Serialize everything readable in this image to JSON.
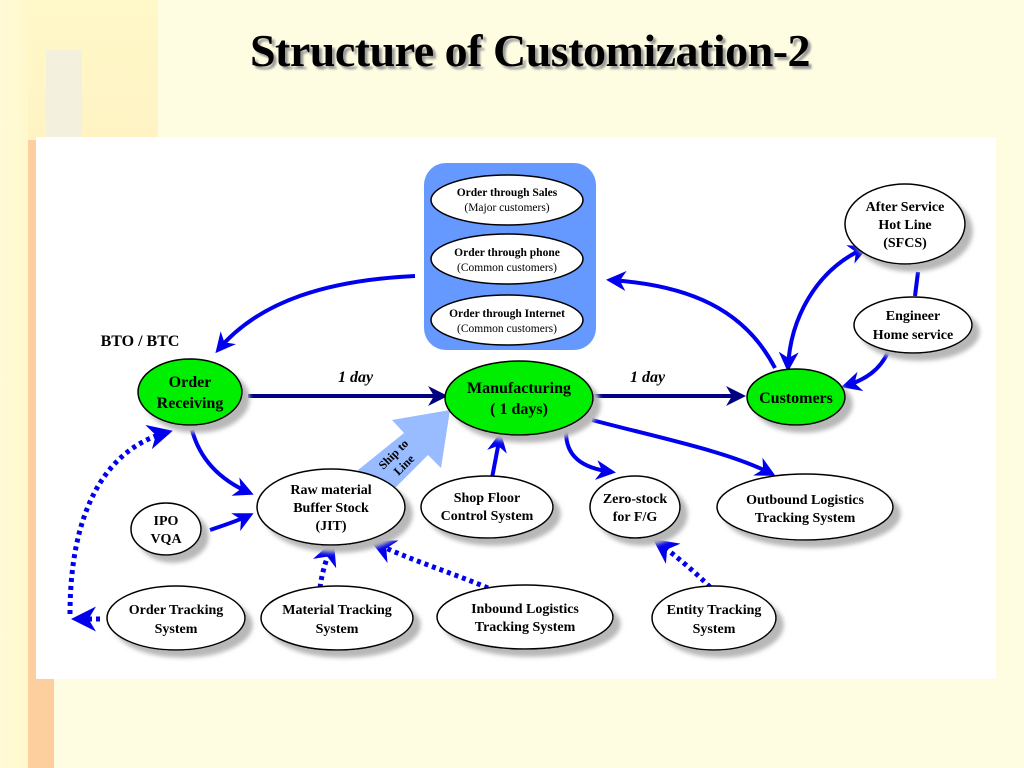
{
  "slide": {
    "title": "Structure of Customization-2"
  },
  "colors": {
    "background": "#fffde1",
    "accent_orange": "#fdcf9f",
    "panel": "#ffffff",
    "green_node": "#00ee00",
    "order_box": "#6699ff",
    "arrow_blue": "#0000ee",
    "arrow_navy": "#000080",
    "ship_arrow": "#99bbff"
  },
  "diagram": {
    "section_label": "BTO / BTC",
    "order_channels": [
      {
        "title": "Order through Sales",
        "sub": "(Major customers)"
      },
      {
        "title": "Order through phone",
        "sub": "(Common customers)"
      },
      {
        "title": "Order through Internet",
        "sub": "(Common customers)"
      }
    ],
    "nodes": {
      "order_receiving": [
        "Order",
        "Receiving"
      ],
      "manufacturing": [
        "Manufacturing",
        "( 1 days)"
      ],
      "customers": [
        "Customers"
      ],
      "after_service": [
        "After Service",
        "Hot Line",
        "(SFCS)"
      ],
      "engineer": [
        "Engineer",
        "Home service"
      ],
      "raw_material": [
        "Raw material",
        "Buffer Stock",
        "(JIT)"
      ],
      "ipo_vqa": [
        "IPO",
        "VQA"
      ],
      "shop_floor": [
        "Shop Floor",
        "Control System"
      ],
      "zero_stock": [
        "Zero-stock",
        "for F/G"
      ],
      "outbound": [
        "Outbound Logistics",
        "Tracking System"
      ],
      "order_tracking": [
        "Order Tracking",
        "System"
      ],
      "material_tracking": [
        "Material Tracking",
        "System"
      ],
      "inbound": [
        "Inbound Logistics",
        "Tracking System"
      ],
      "entity_tracking": [
        "Entity Tracking",
        "System"
      ]
    },
    "edge_labels": {
      "order_to_mfg": "1 day",
      "mfg_to_customers": "1  day",
      "ship_to_line": [
        "Ship to",
        "Line"
      ]
    }
  }
}
